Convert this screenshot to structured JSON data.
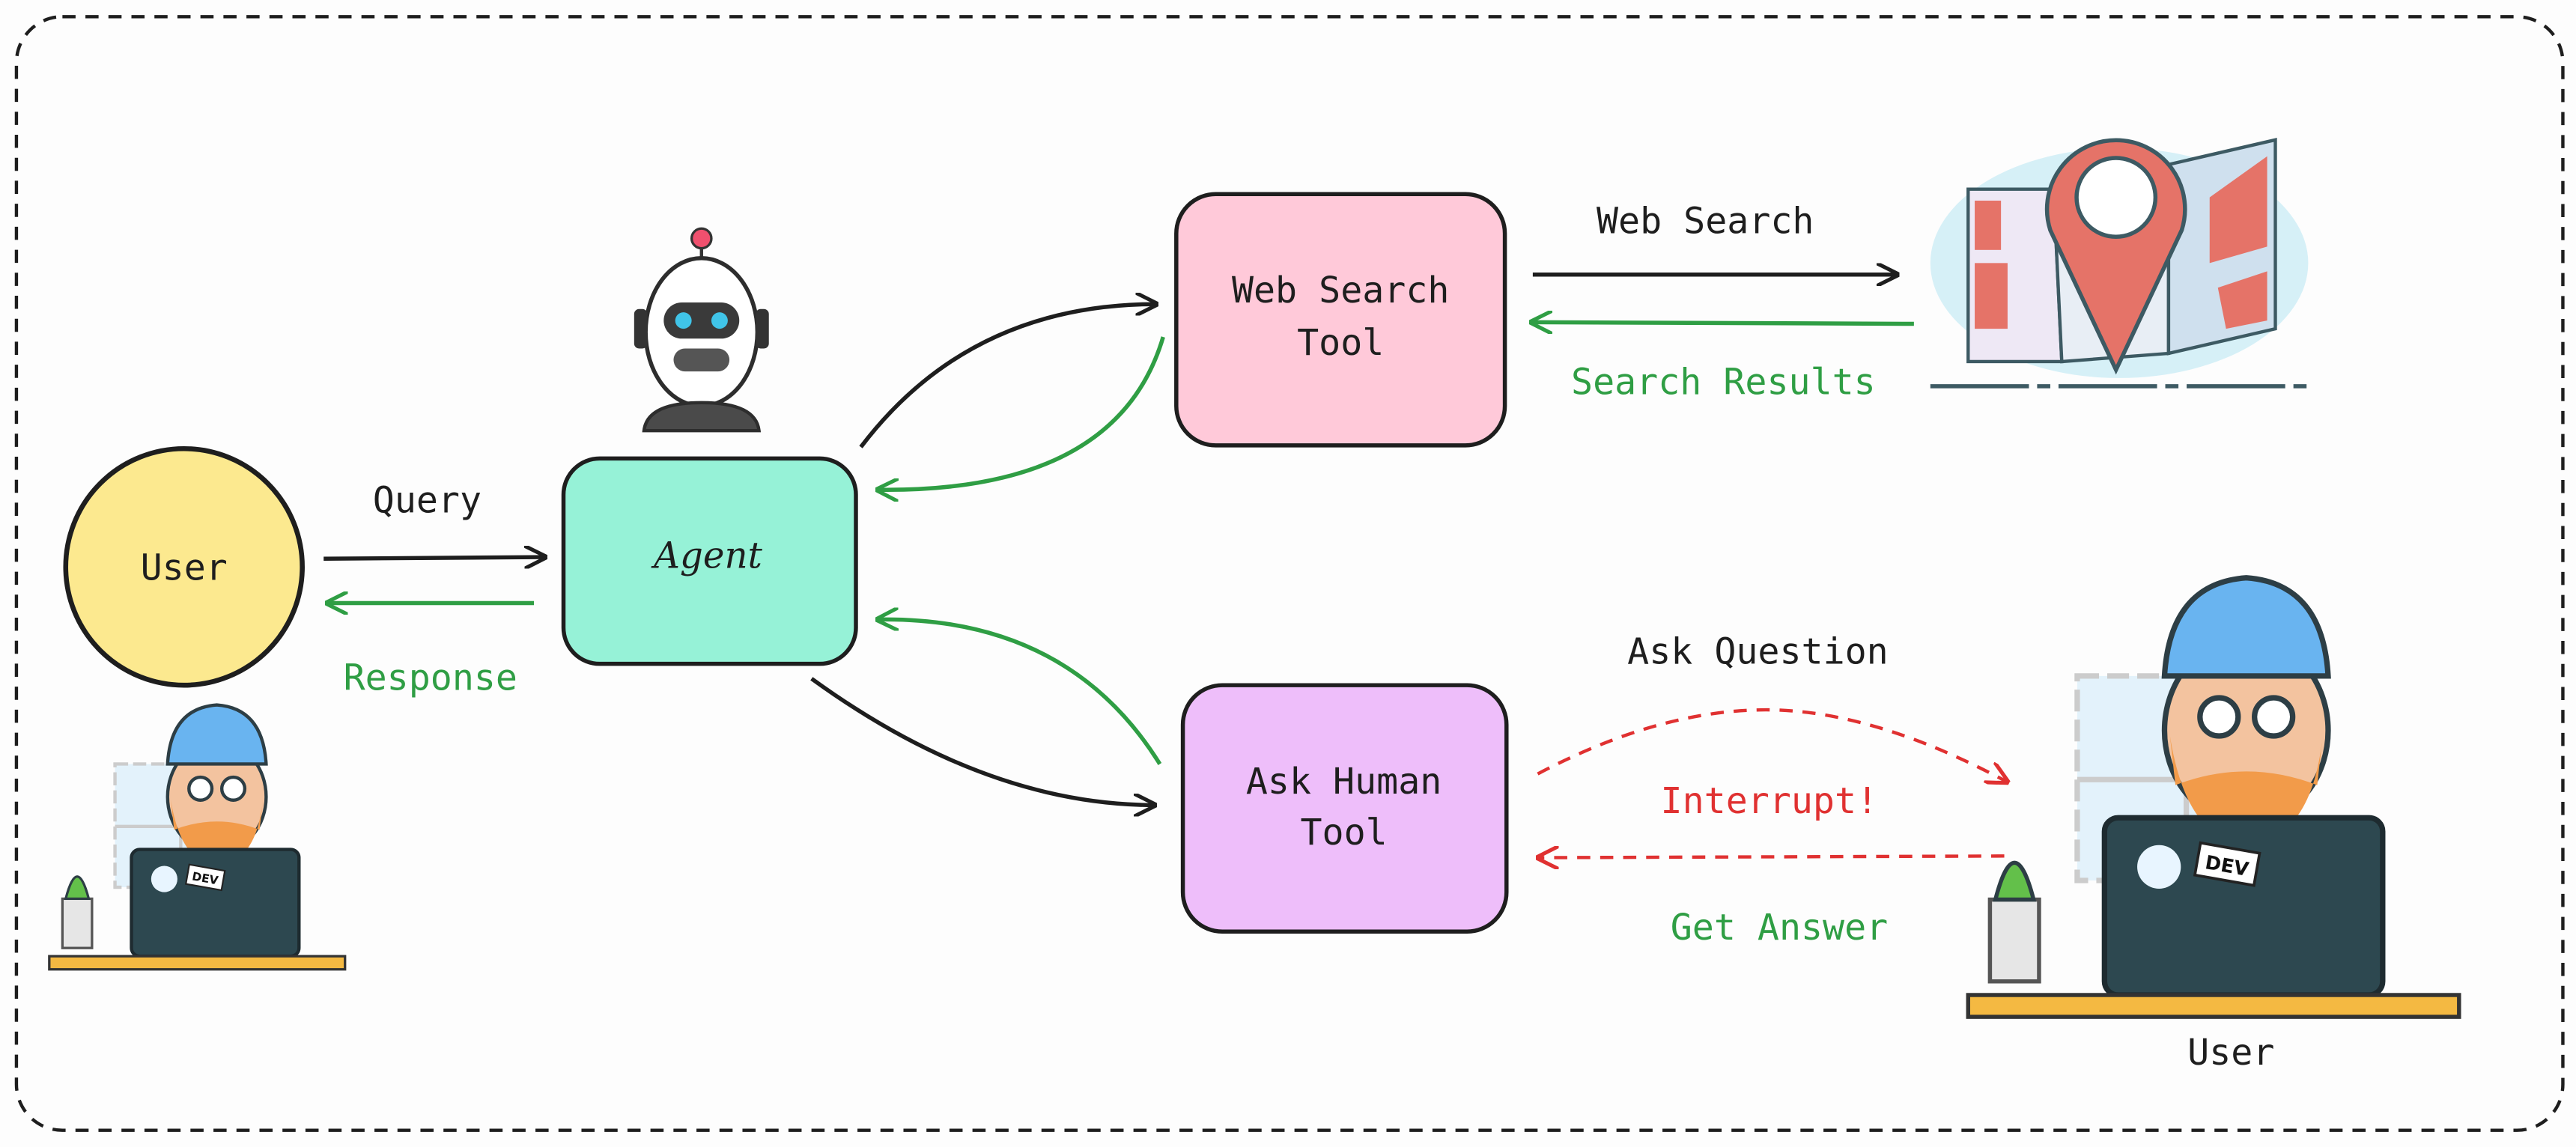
{
  "nodes": {
    "user_left": {
      "label": "User",
      "color": "#fce98f"
    },
    "agent": {
      "label": "Agent",
      "color": "#96f2d7"
    },
    "web_search_tool": {
      "label_line1": "Web Search",
      "label_line2": "Tool",
      "color": "#ffc9d9"
    },
    "ask_human_tool": {
      "label_line1": "Ask Human",
      "label_line2": "Tool",
      "color": "#eebefa"
    },
    "user_right": {
      "label": "User"
    }
  },
  "edges": {
    "query": "Query",
    "response": "Response",
    "web_search": "Web Search",
    "search_results": "Search Results",
    "ask_question": "Ask Question",
    "interrupt": "Interrupt!",
    "get_answer": "Get Answer"
  },
  "illustrations": {
    "robot": "robot-icon",
    "map": "map-pin-icon",
    "developer": "developer-at-laptop-icon",
    "laptop_sticker": "DEV"
  },
  "colors": {
    "black": "#1e1e1e",
    "green": "#2f9e44",
    "red": "#e03131"
  }
}
